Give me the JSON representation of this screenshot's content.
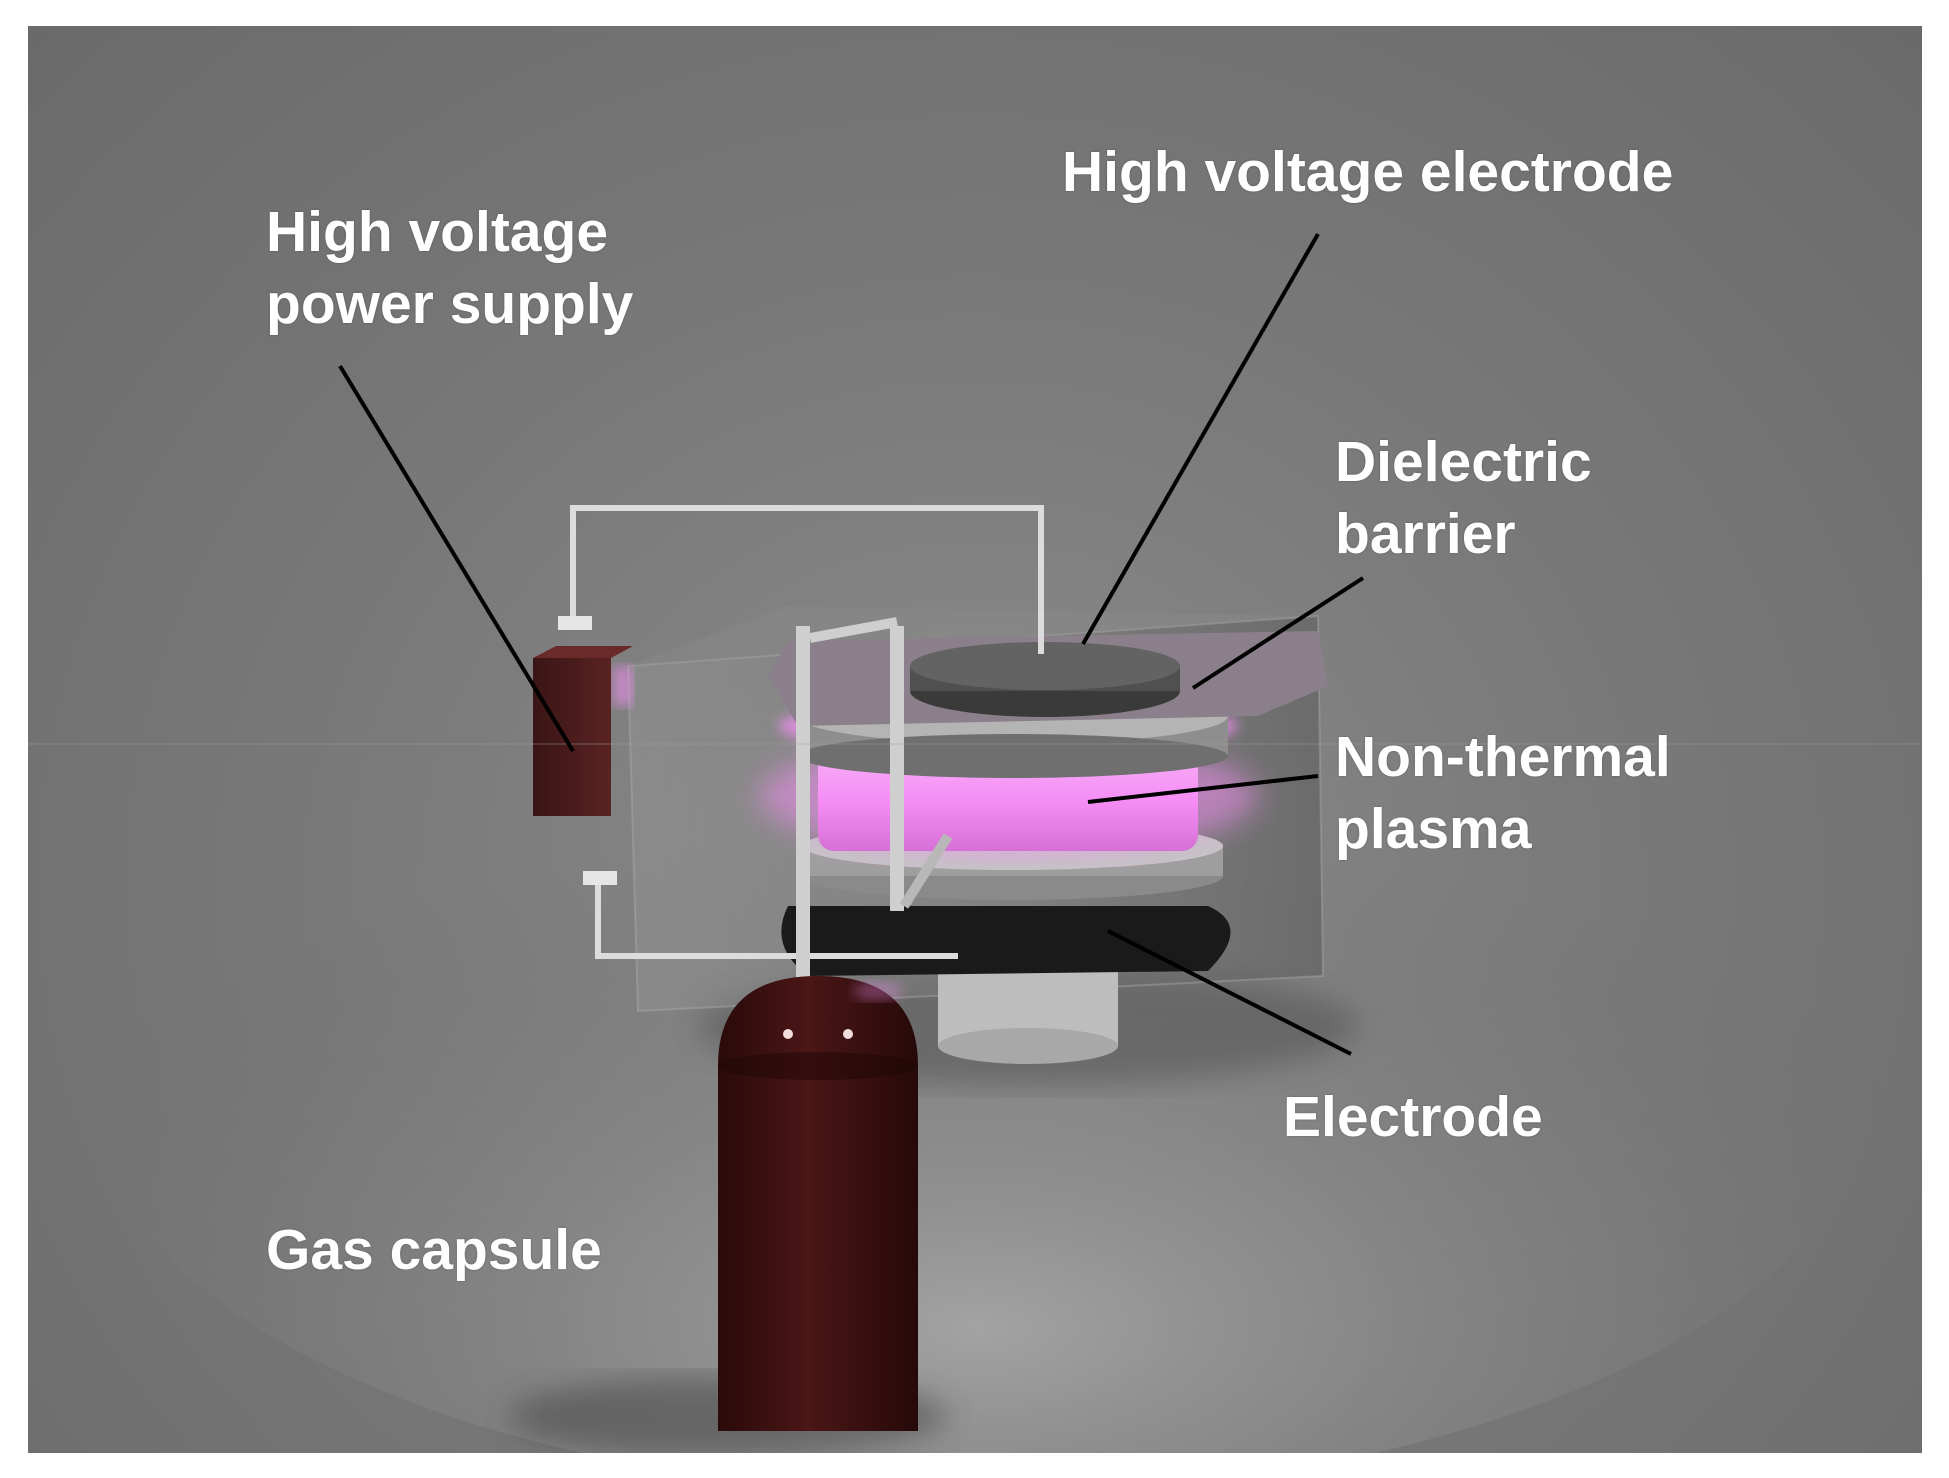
{
  "labels": {
    "power_supply": [
      "High voltage",
      "power supply"
    ],
    "hv_electrode": "High voltage electrode",
    "dielectric": [
      "Dielectric",
      "barrier"
    ],
    "plasma": [
      "Non-thermal",
      "plasma"
    ],
    "electrode": "Electrode",
    "gas_capsule": "Gas capsule"
  },
  "colors": {
    "plasma_glow": "#f08ef0",
    "capsule": "#3c1212",
    "power_supply_box": "#4a1c1c",
    "leader_line": "#000000",
    "label_text": "#ffffff"
  }
}
